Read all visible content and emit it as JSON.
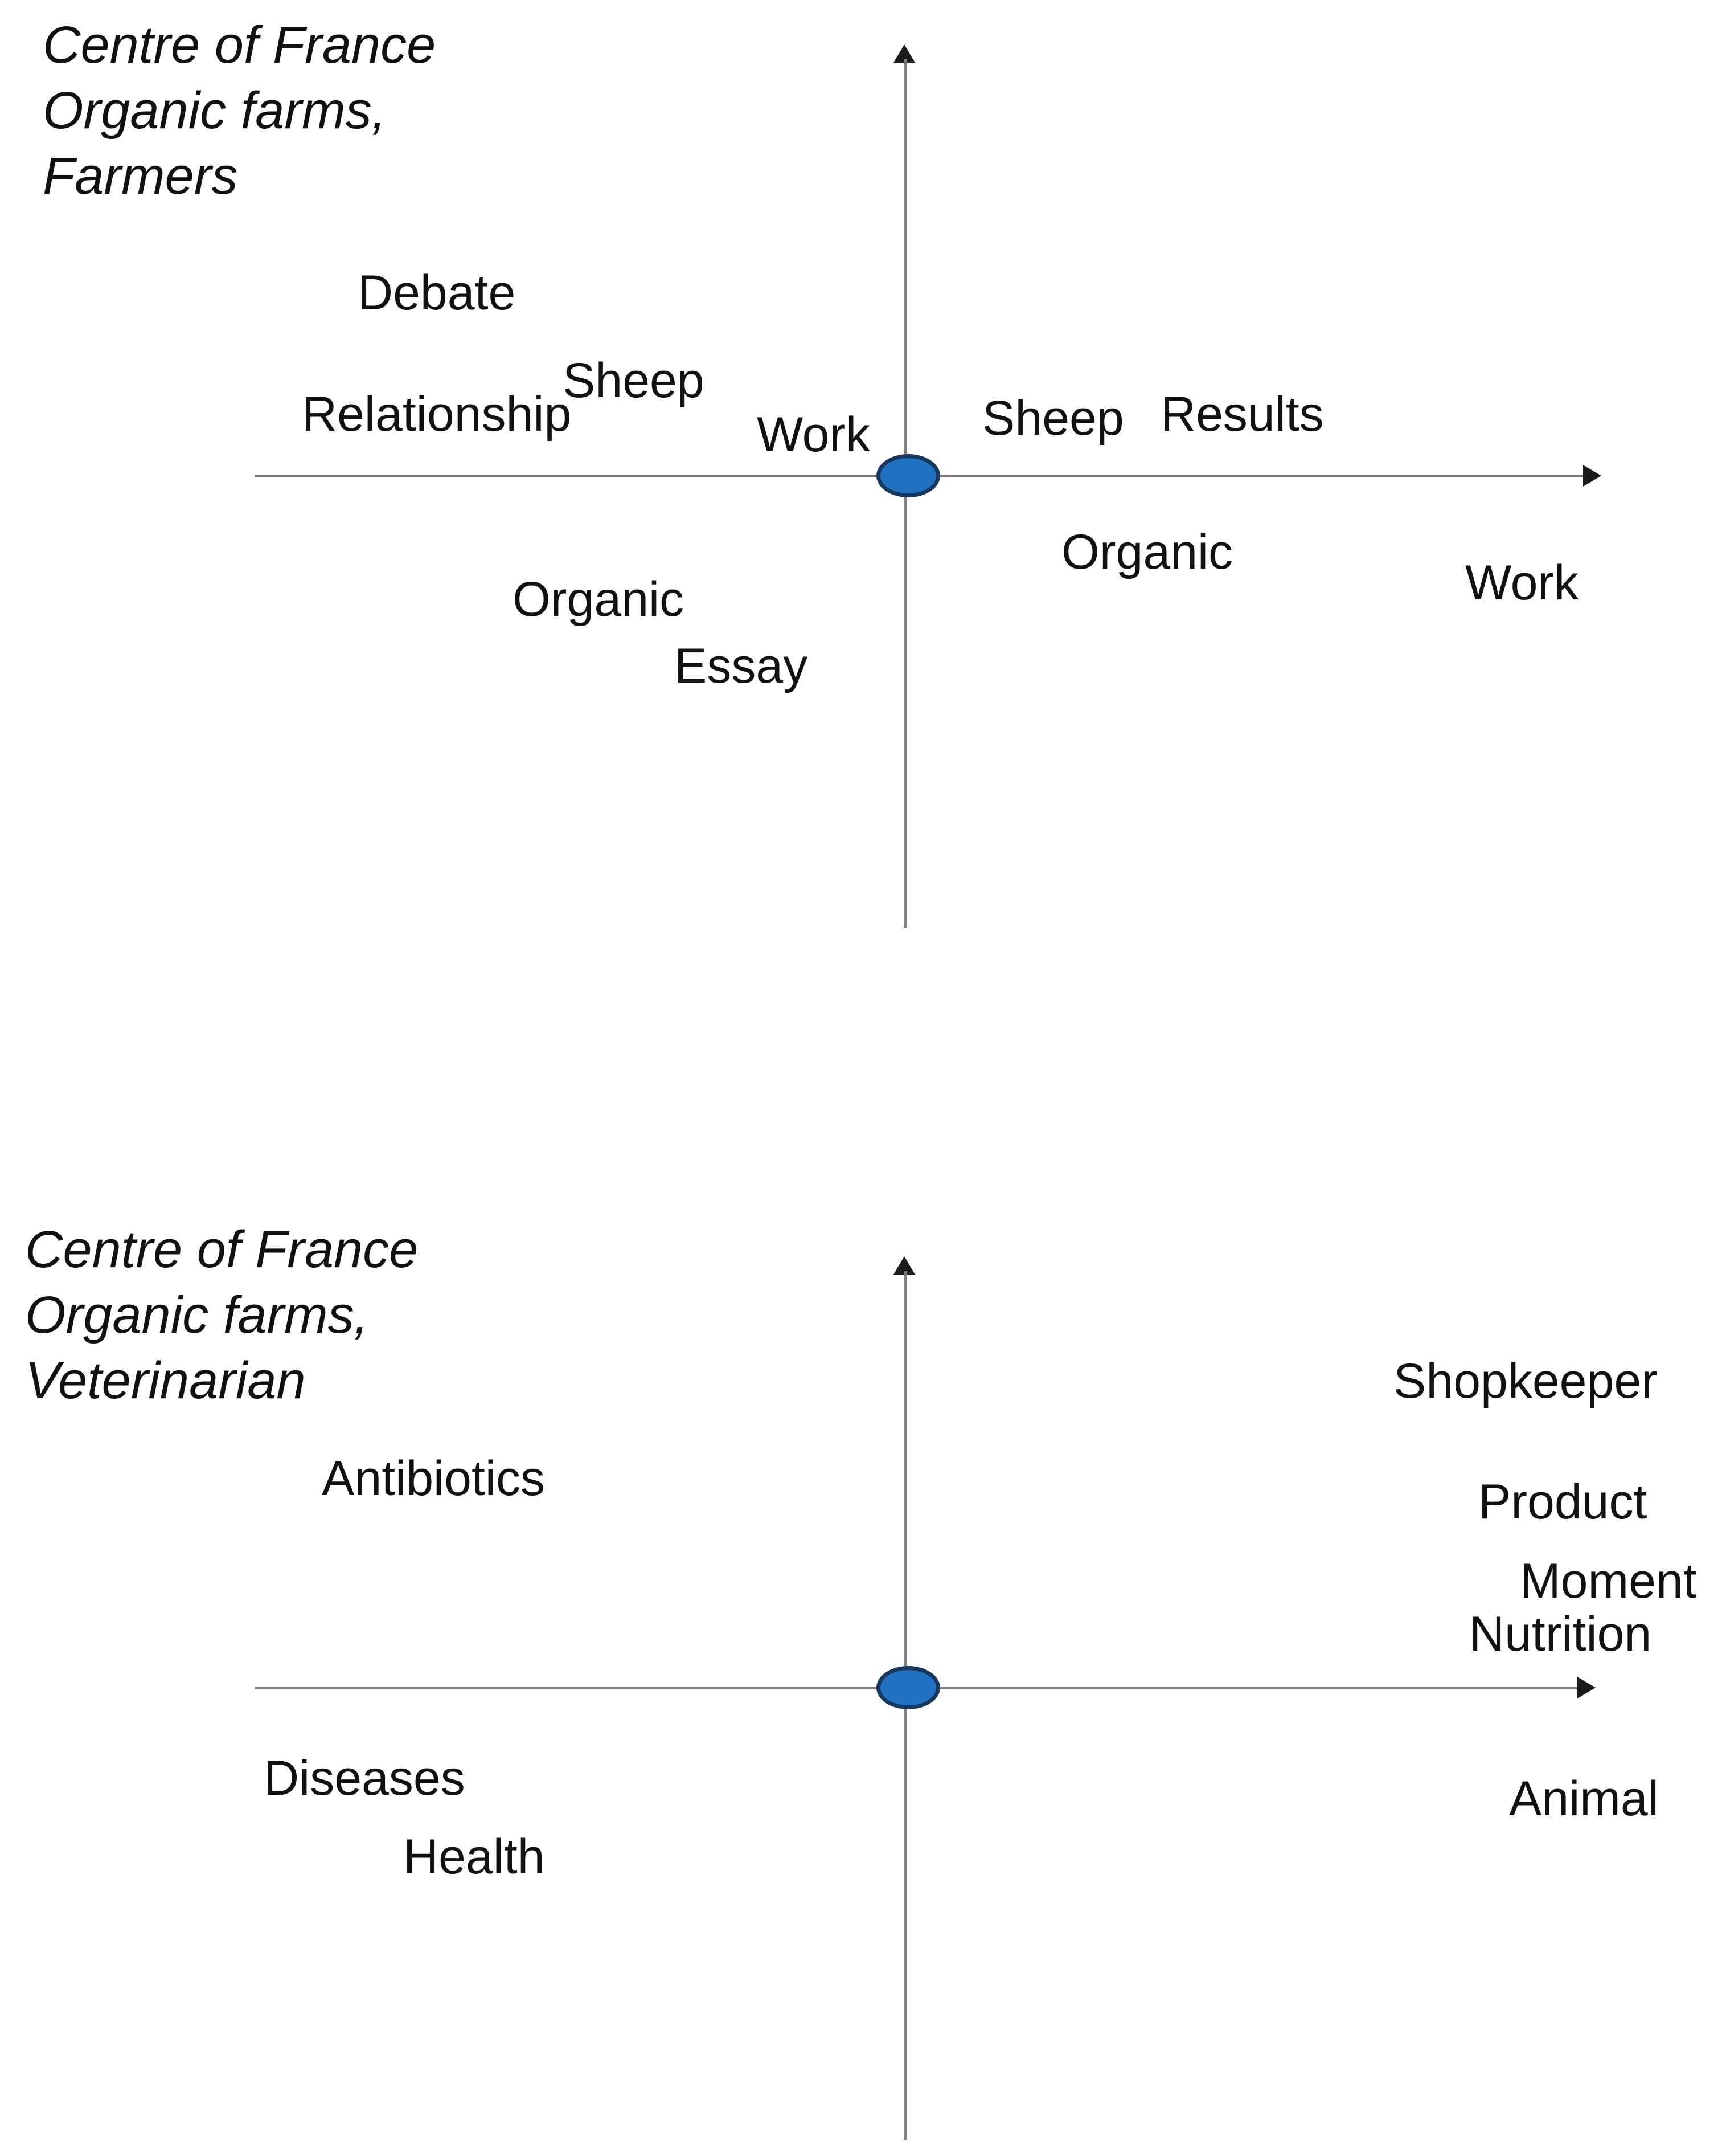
{
  "colors": {
    "text": "#111111",
    "axis": "#7f7f7f",
    "arrow": "#1b1b1b",
    "ellipse_fill": "#2272c4",
    "ellipse_stroke": "#17375e"
  },
  "charts": [
    {
      "id": "farmers-perceptual-map",
      "title_lines": [
        "Centre of France",
        "Organic farms,",
        "Farmers"
      ],
      "labels": [
        {
          "text": "Debate",
          "quadrant": "upper-left"
        },
        {
          "text": "Sheep",
          "quadrant": "upper-left"
        },
        {
          "text": "Relationship",
          "quadrant": "upper-left"
        },
        {
          "text": "Work",
          "quadrant": "upper-left"
        },
        {
          "text": "Sheep",
          "quadrant": "upper-right"
        },
        {
          "text": "Results",
          "quadrant": "upper-right"
        },
        {
          "text": "Organic",
          "quadrant": "lower-right"
        },
        {
          "text": "Work",
          "quadrant": "lower-right"
        },
        {
          "text": "Organic",
          "quadrant": "lower-left"
        },
        {
          "text": "Essay",
          "quadrant": "lower-left"
        }
      ]
    },
    {
      "id": "veterinarian-perceptual-map",
      "title_lines": [
        "Centre of France",
        "Organic farms,",
        "Veterinarian"
      ],
      "labels": [
        {
          "text": "Shopkeeper",
          "quadrant": "upper-right"
        },
        {
          "text": "Antibiotics",
          "quadrant": "upper-left"
        },
        {
          "text": "Product",
          "quadrant": "upper-right"
        },
        {
          "text": "Moment",
          "quadrant": "upper-right"
        },
        {
          "text": "Nutrition",
          "quadrant": "upper-right"
        },
        {
          "text": "Diseases",
          "quadrant": "lower-left"
        },
        {
          "text": "Health",
          "quadrant": "lower-left"
        },
        {
          "text": "Animal",
          "quadrant": "lower-right"
        }
      ]
    }
  ]
}
